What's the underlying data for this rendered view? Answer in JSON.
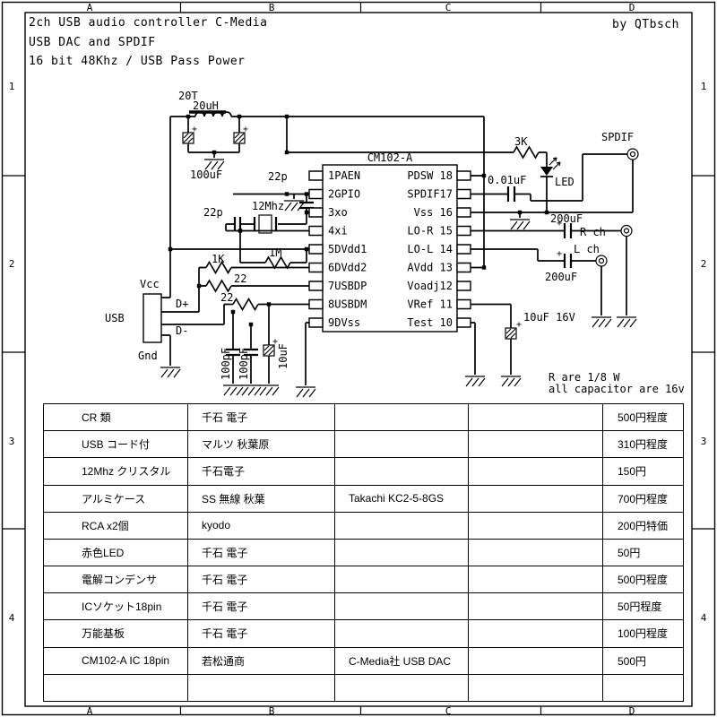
{
  "title": {
    "line1": "2ch USB audio controller C-Media",
    "line2": "USB DAC and SPDIF",
    "line3": "16 bit 48Khz / USB Pass Power",
    "author": "by QTbsch"
  },
  "frame": {
    "columns": [
      "A",
      "B",
      "C",
      "D"
    ],
    "rows": [
      "1",
      "2",
      "3",
      "4"
    ]
  },
  "schematic": {
    "inductor": {
      "turns": "20T",
      "value": "20uH"
    },
    "filter_cap": "100uF",
    "cap22p_top": "22p",
    "cap22p_left": "22p",
    "crystal": "12Mhz",
    "r_1m": "1M",
    "r_1k": "1K",
    "r_22_dp": "22",
    "r_22_dm": "22",
    "usb": {
      "label": "USB",
      "vcc": "Vcc",
      "dplus": "D+",
      "dminus": "D-",
      "gnd": "Gnd"
    },
    "c_100p_a": "100pF",
    "c_100p_b": "100pF",
    "c_10u": "10uF",
    "ic": {
      "title": "CM102-A",
      "pins_left": [
        "1PAEN",
        "2GPIO",
        "3xo",
        "4xi",
        "5DVdd1",
        "6DVdd2",
        "7USBDP",
        "8USBDM",
        "9DVss"
      ],
      "pins_right": [
        "PDSW 18",
        "SPDIF17",
        "Vss 16",
        "LO-R 15",
        "LO-L 14",
        "AVdd 13",
        "Voadj12",
        "VRef 11",
        "Test 10"
      ]
    },
    "r_3k": "3K",
    "c_001": "0.01uF",
    "led": "LED",
    "spdif": "SPDIF",
    "c_200_r": "200uF",
    "rch": "R ch",
    "lch": "L ch",
    "c_200_l": "200uF",
    "c_10u_16v": "10uF 16V",
    "note1": "R are  1/8 W",
    "note2": "all capacitor are 16v"
  },
  "table": {
    "rows": [
      [
        "CR 類",
        "千石 電子",
        "",
        "",
        "500円程度"
      ],
      [
        "USB コード付",
        "マルツ 秋葉原",
        "",
        "",
        "310円程度"
      ],
      [
        "12Mhz クリスタル",
        "千石電子",
        "",
        "",
        "150円"
      ],
      [
        "アルミケース",
        "SS 無線 秋葉",
        "Takachi KC2-5-8GS",
        "",
        "700円程度"
      ],
      [
        "RCA x2個",
        "kyodo",
        "",
        "",
        "200円特価"
      ],
      [
        "赤色LED",
        "千石 電子",
        "",
        "",
        "50円"
      ],
      [
        "電解コンデンサ",
        "千石 電子",
        "",
        "",
        "500円程度"
      ],
      [
        "ICソケット18pin",
        "千石 電子",
        "",
        "",
        "50円程度"
      ],
      [
        "万能基板",
        "千石 電子",
        "",
        "",
        "100円程度"
      ],
      [
        "CM102-A IC 18pin",
        "若松通商",
        "C-Media社 USB DAC",
        "",
        "500円"
      ],
      [
        "",
        "",
        "",
        "",
        ""
      ]
    ]
  }
}
